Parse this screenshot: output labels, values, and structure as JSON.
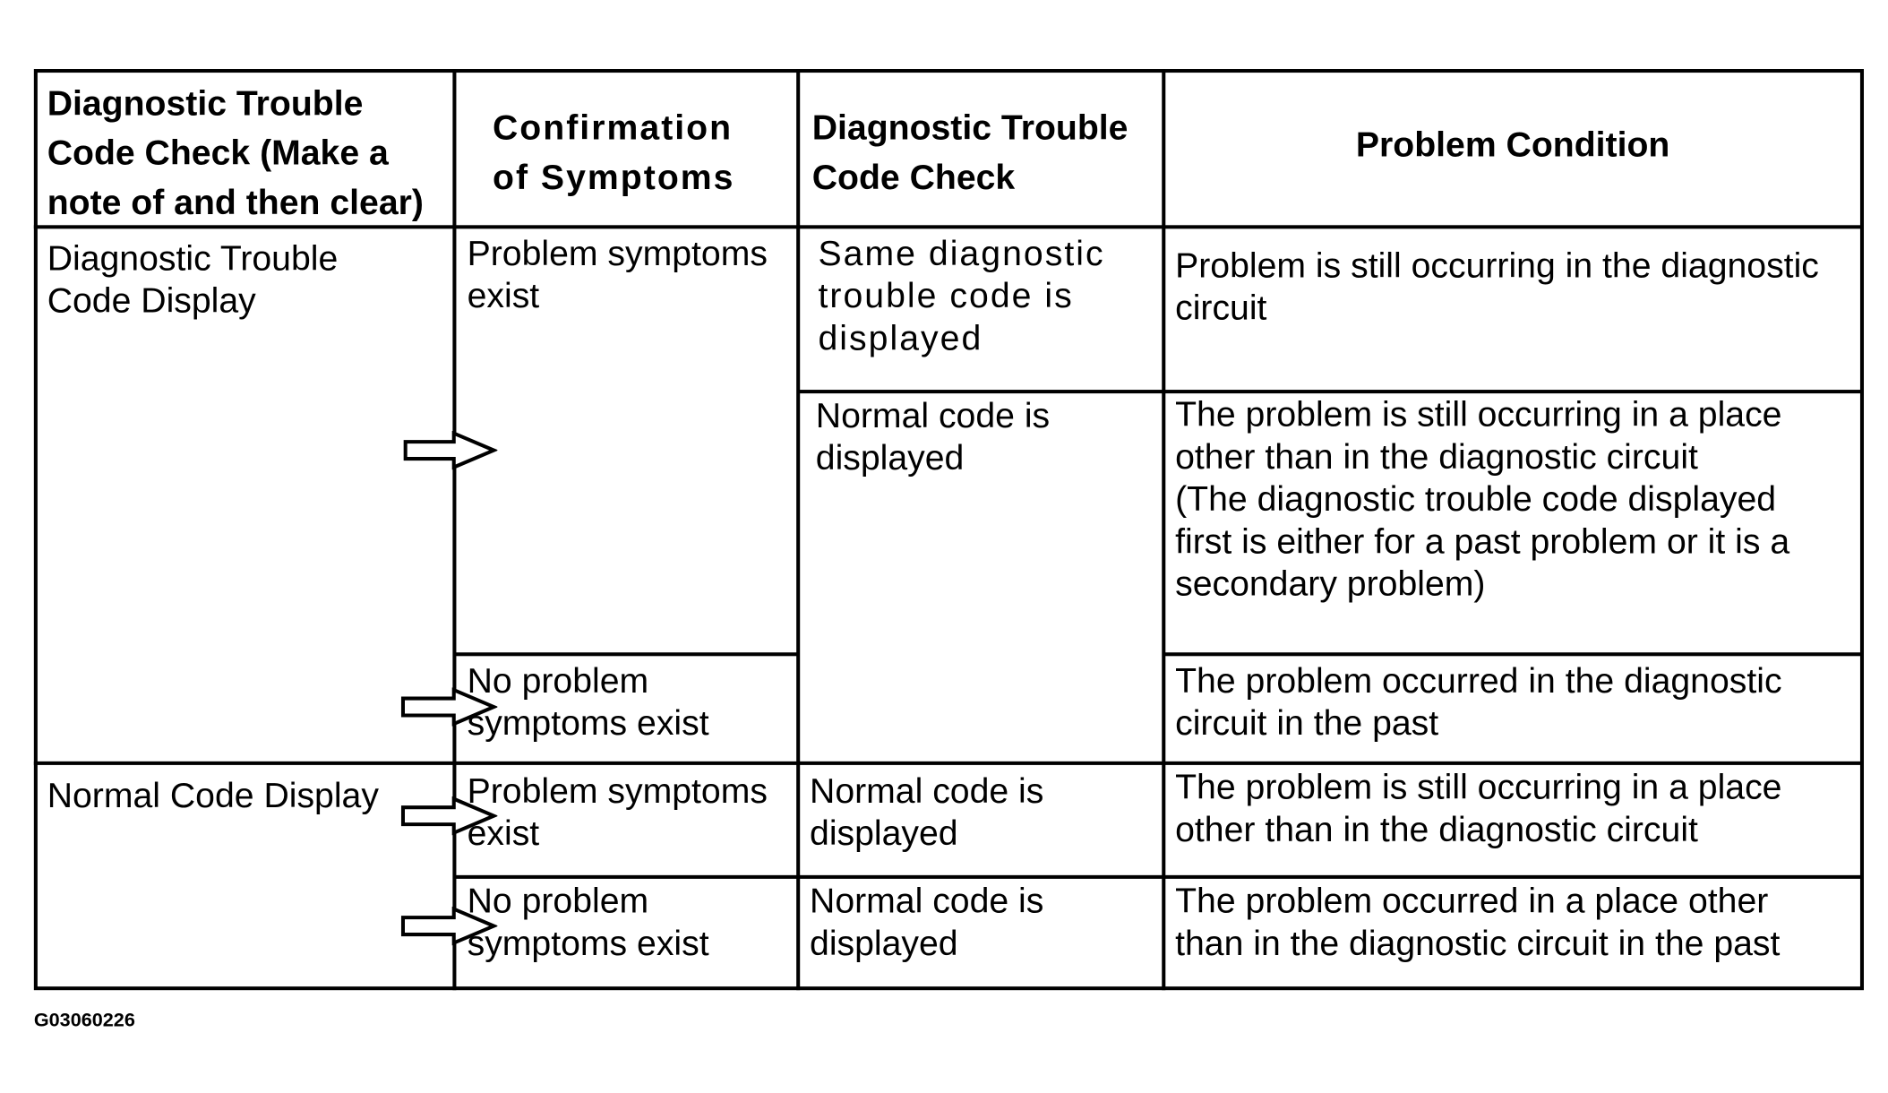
{
  "table": {
    "headers": {
      "col1": "Diagnostic Trouble\nCode Check (Make a\nnote of and then clear)",
      "col2": "Confirmation\nof Symptoms",
      "col3": "Diagnostic Trouble\nCode Check",
      "col4": "Problem Condition"
    },
    "sections": [
      {
        "label": "Diagnostic Trouble\nCode Display",
        "symptoms": [
          {
            "text": "Problem symptoms\nexist",
            "checks": [
              {
                "code_check": "Same diagnostic\ntrouble code is\ndisplayed",
                "condition": "Problem is still occurring in the diagnostic\ncircuit"
              },
              {
                "code_check": "Normal code is\ndisplayed",
                "condition": "The problem is still occurring in a place\nother than in the diagnostic circuit\n(The diagnostic trouble code displayed\nfirst is either for a past problem or it is a\nsecondary problem)"
              }
            ]
          },
          {
            "text": "No problem\nsymptoms exist",
            "condition": "The problem occurred in the diagnostic\ncircuit in the past"
          }
        ]
      },
      {
        "label": "Normal Code Display",
        "symptoms": [
          {
            "text": "Problem symptoms\nexist",
            "code_check": "Normal code is\ndisplayed",
            "condition": "The problem is still occurring in a place\nother than in the diagnostic circuit"
          },
          {
            "text": "No problem\nsymptoms exist",
            "code_check": "Normal code is\ndisplayed",
            "condition": "The problem occurred in a place other\nthan in the diagnostic circuit in the past"
          }
        ]
      }
    ]
  },
  "figure_code": "G03060226",
  "icons": [
    "arrow-right-icon"
  ]
}
